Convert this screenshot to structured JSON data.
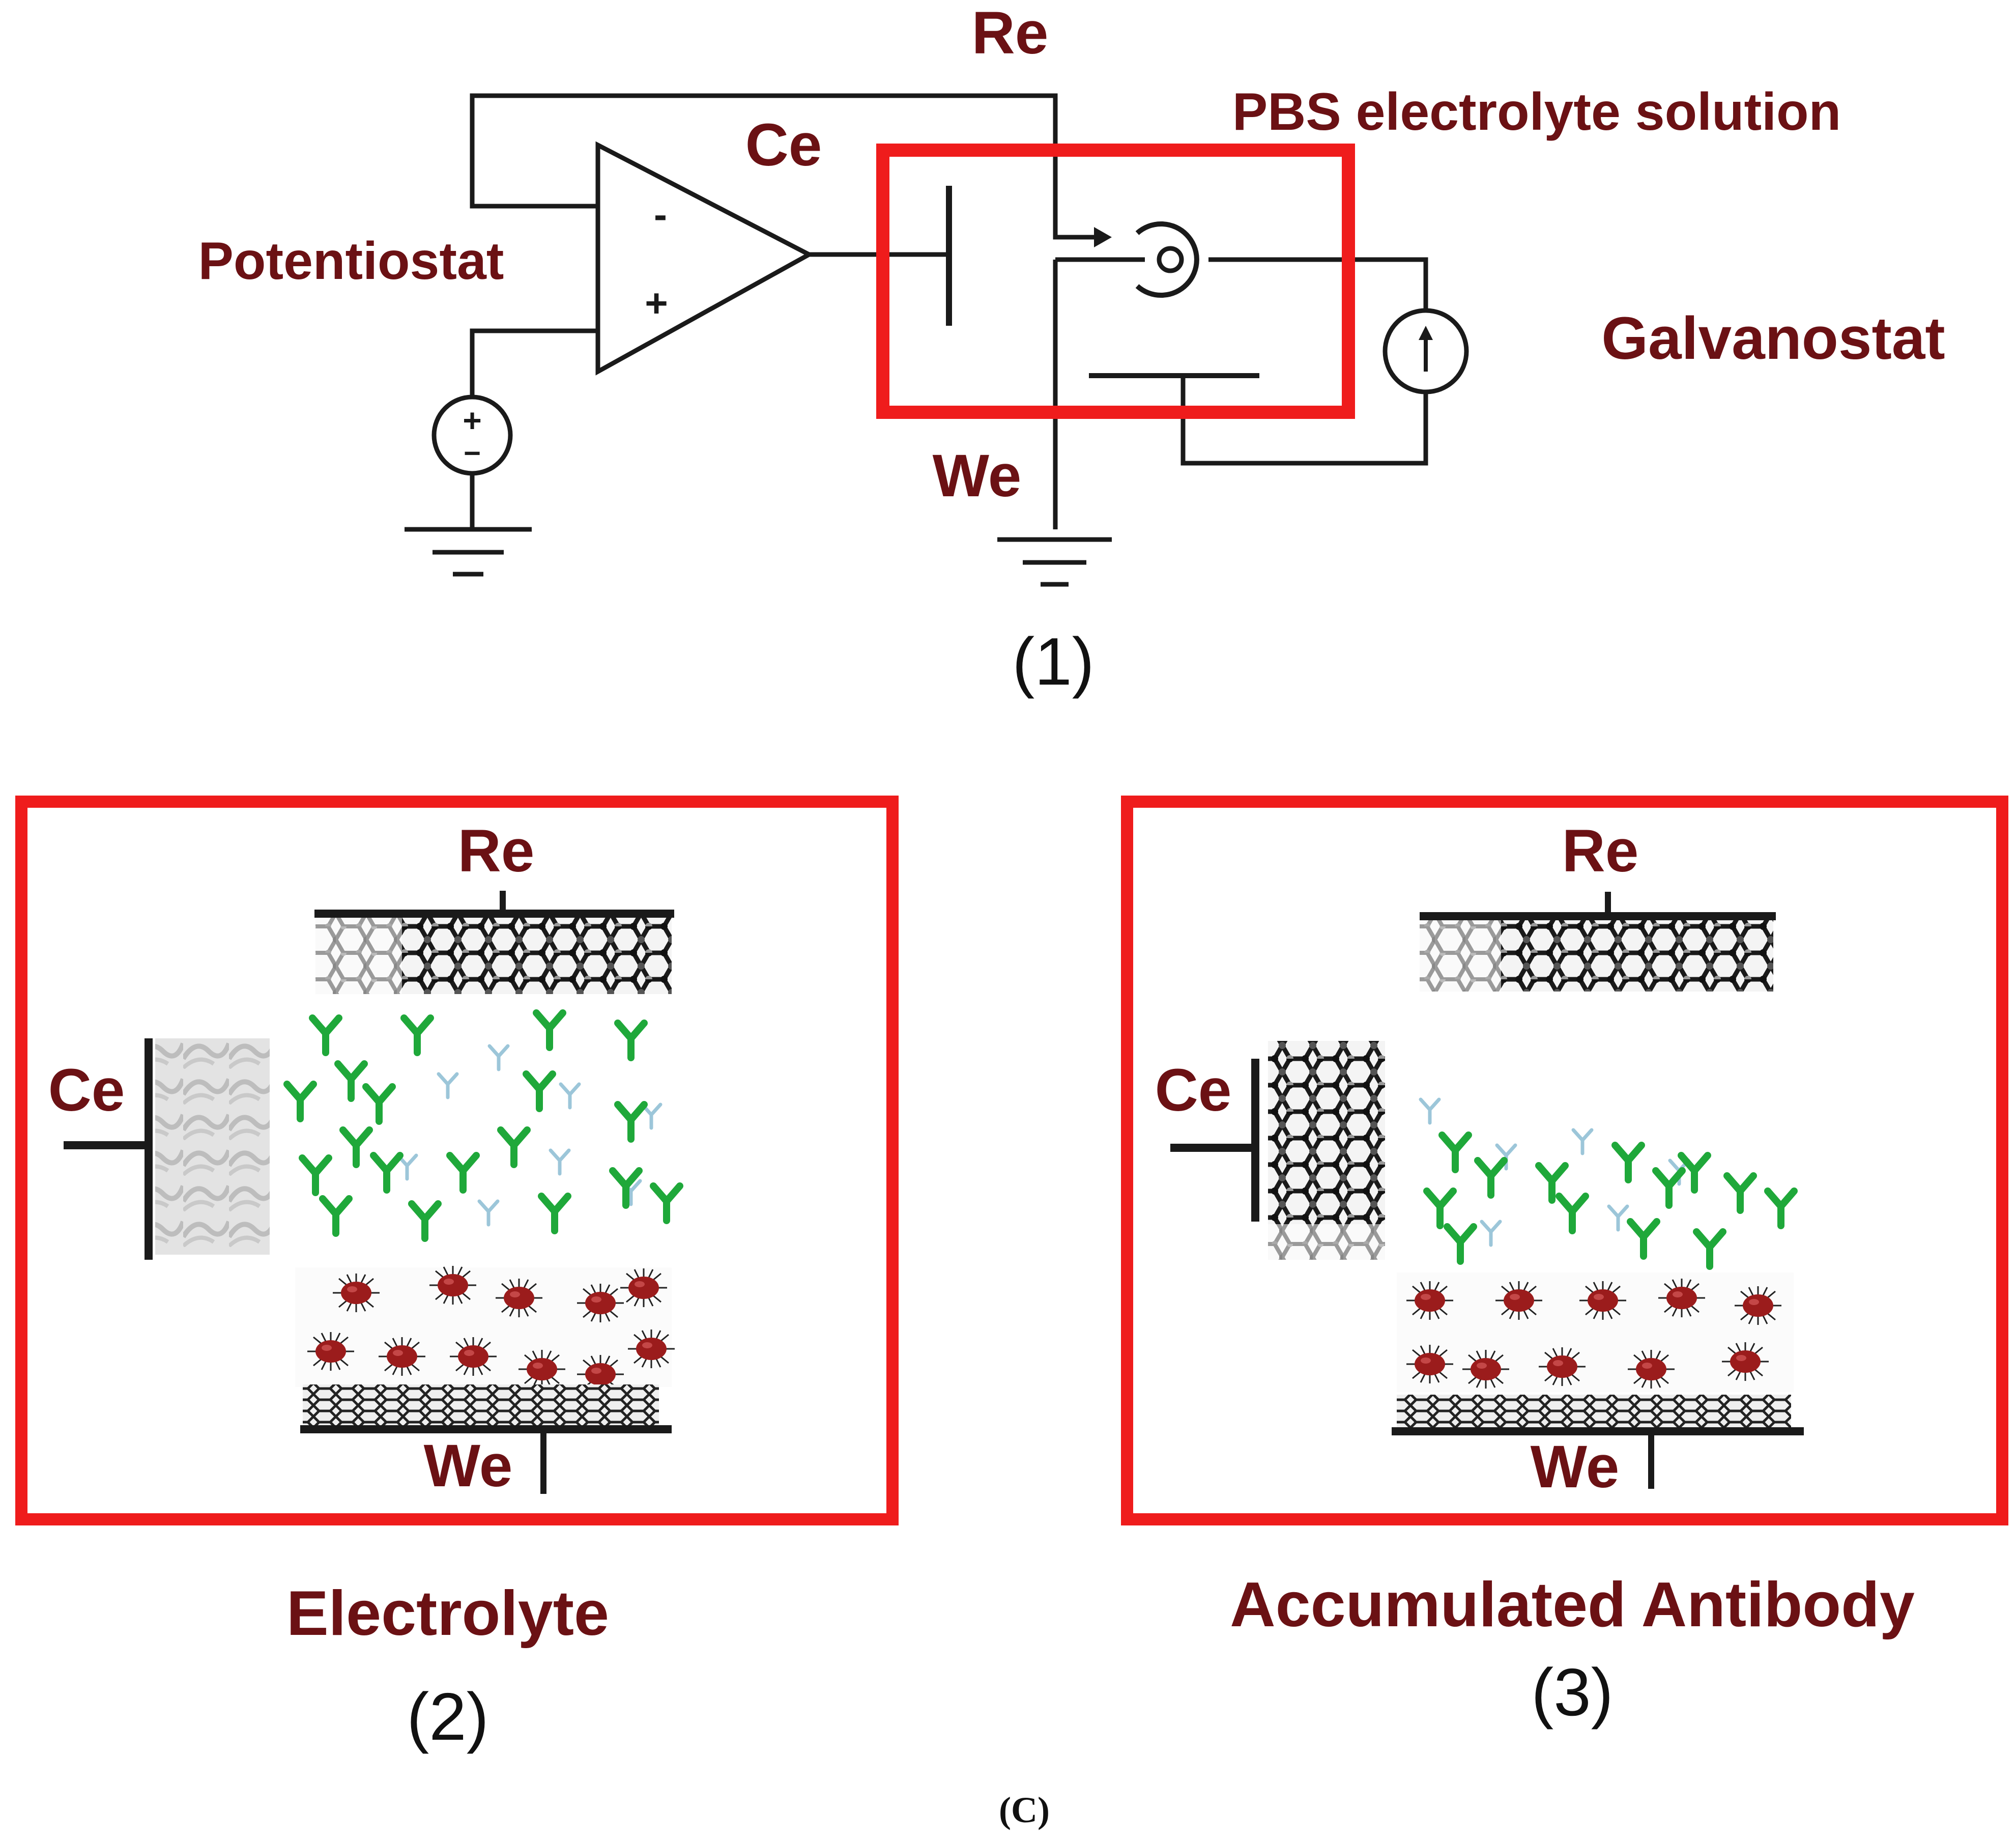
{
  "colors": {
    "label": "#6b1114",
    "wire": "#1a1a1a",
    "frame": "#ef1c1c",
    "antibody": "#1fa83a",
    "antibody_faint": "#5aa0c0",
    "virus": "#9b1c1c"
  },
  "circuit": {
    "label_re": "Re",
    "label_ce": "Ce",
    "label_we": "We",
    "label_pbs": "PBS electrolyte solution",
    "label_potentiostat": "Potentiostat",
    "label_galvanostat": "Galvanostat",
    "opamp_minus": "-",
    "opamp_plus": "+",
    "source_plus": "+",
    "source_minus": "−",
    "caption": "(1)"
  },
  "panel_electrolyte": {
    "label_re": "Re",
    "label_ce": "Ce",
    "label_we": "We",
    "title": "Electrolyte",
    "caption": "(2)"
  },
  "panel_antibody": {
    "label_re": "Re",
    "label_ce": "Ce",
    "label_we": "We",
    "title": "Accumulated Antibody",
    "caption": "(3)"
  },
  "figure_label": "(C)"
}
